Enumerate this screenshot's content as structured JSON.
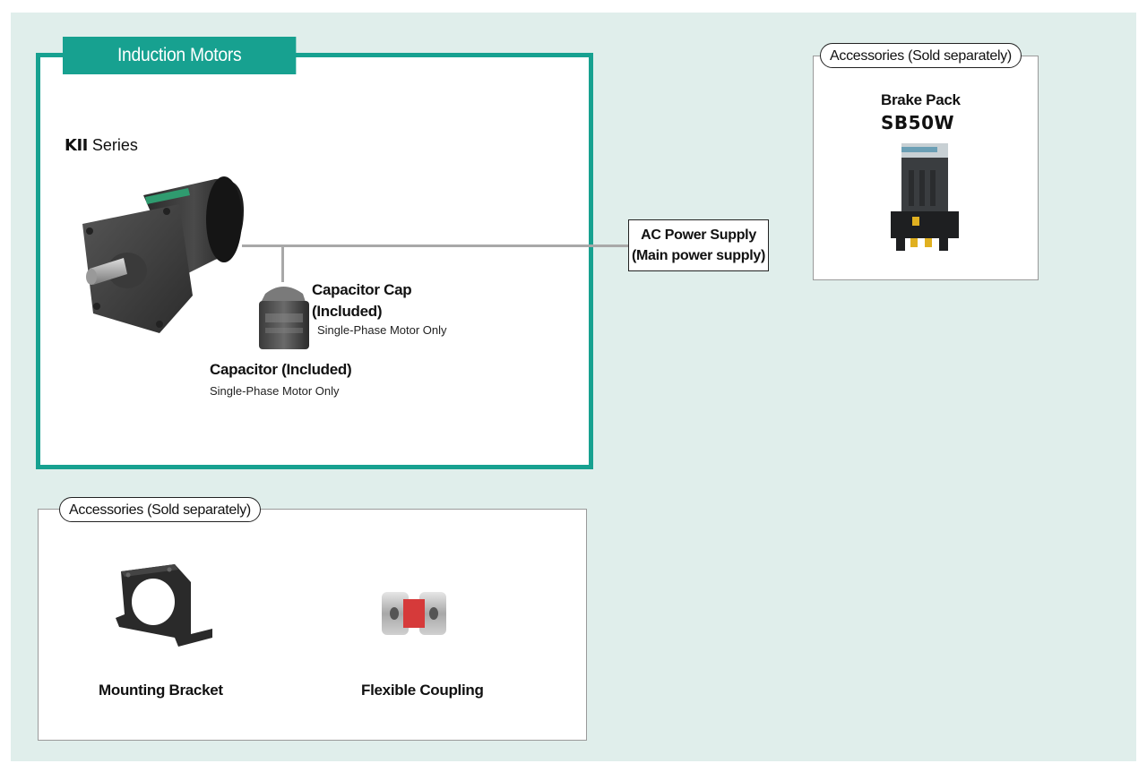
{
  "induction": {
    "tab_label": "Induction Motors",
    "series_bold": "KII",
    "series_text": " Series"
  },
  "capacitor_cap": {
    "label_line1": "Capacitor Cap",
    "label_line2": "(Included)",
    "note": "Single-Phase Motor Only"
  },
  "capacitor": {
    "label": "Capacitor (Included)",
    "note": "Single-Phase Motor Only"
  },
  "power": {
    "line1": "AC Power Supply",
    "line2": "(Main power supply)"
  },
  "accessories_right": {
    "heading": "Accessories (Sold separately)",
    "item_name": "Brake Pack",
    "item_code": "SB50W"
  },
  "accessories_bottom": {
    "heading": "Accessories (Sold separately)",
    "items": [
      {
        "label": "Mounting Bracket",
        "icon": "mounting-bracket-icon"
      },
      {
        "label": "Flexible Coupling",
        "icon": "flexible-coupling-icon"
      }
    ]
  },
  "colors": {
    "accent": "#17a190",
    "background": "#e0eeeb",
    "wire": "#a8a8a8"
  }
}
